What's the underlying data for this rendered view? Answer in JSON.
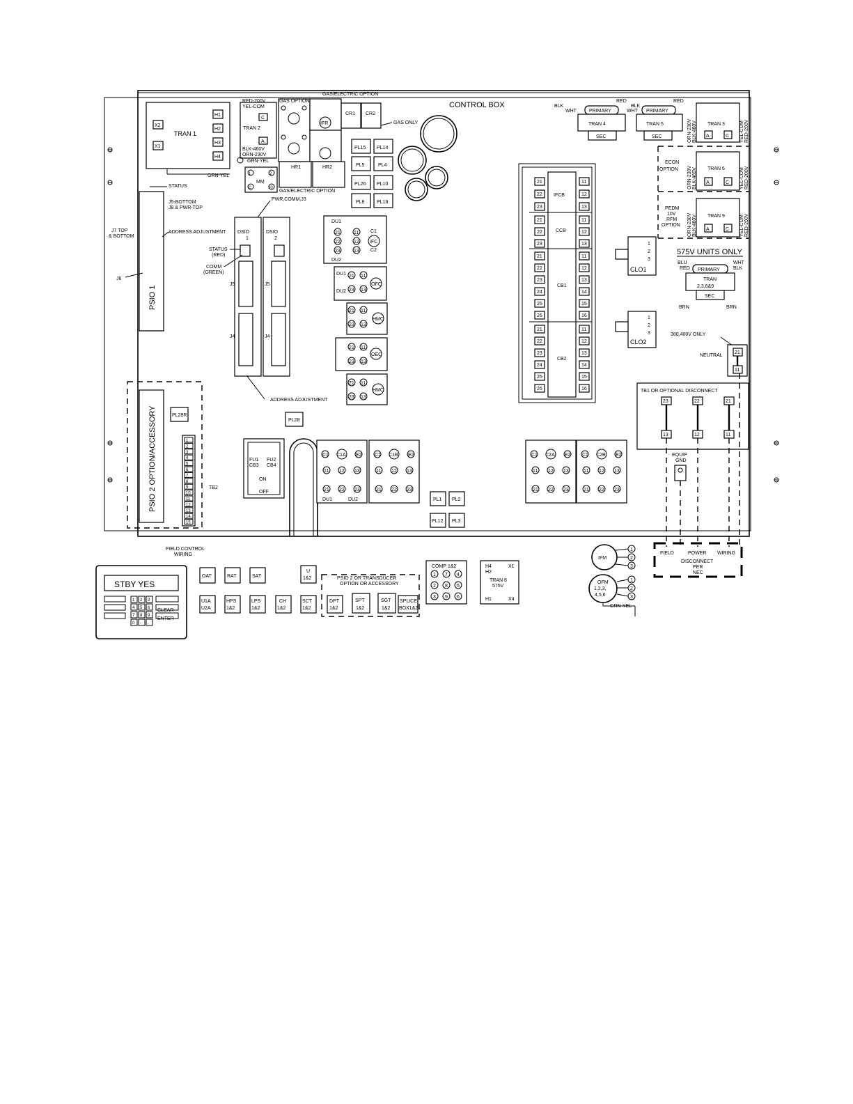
{
  "panel": {
    "title": "CONTROL BOX",
    "gas_electric_option_top": "GAS/ELECTRIC OPTION",
    "gas_option": "GAS OPTION",
    "gas_only": "GAS ONLY",
    "gas_electric_option_bottom": "GAS/ELECTRIC OPTION"
  },
  "left": {
    "tran1": "TRAN 1",
    "tran1_terms": [
      "X2",
      "X1"
    ],
    "tran1_h": [
      "H1",
      "H2",
      "H3",
      "H4"
    ],
    "tran2": "TRAN 2",
    "tran2_terms": [
      "C",
      "A"
    ],
    "tran2_wires": [
      "RED-200V",
      "YEL-COM",
      "BLK-460V",
      "ORN-230V",
      "GRN-YEL"
    ],
    "grn_yel": "GRN-YEL",
    "mm": "MM",
    "mm_terms": [
      "1",
      "2",
      "C",
      "10"
    ],
    "hr1": "HR1",
    "hr2": "HR2",
    "cr1": "CR1",
    "cr2": "CR2",
    "ifr": "IFR",
    "status": "STATUS",
    "j5_bottom": "J5-BOTTOM",
    "j8_pwr_top": "J8 & PWR-TOP",
    "j7_top": "J7 TOP",
    "j7_bottom": "& BOTTOM",
    "address_adjustment": "ADDRESS ADJUSTMENT",
    "j6": "J6",
    "psio1": "PSIO 1",
    "pwr_comm_j3": "PWR,COMM,J3",
    "dsio1": "DSIO",
    "dsio1_num": "1",
    "dsio2": "DSIO",
    "dsio2_num": "2",
    "status_red_1": "STATUS",
    "status_red_2": "(RED)",
    "comm_green_1": "COMM",
    "comm_green_2": "(GREEN)",
    "j5": "J5",
    "j4": "J4",
    "address_adjustment_bottom": "ADDRESS  ADJUSTMENT",
    "psio2": "PSIO 2 OPTION/ACCESSORY",
    "pl28r": "PL28R",
    "pl28": "PL28",
    "tb2": "TB2",
    "tb2_terms": [
      "1",
      "2",
      "3",
      "4",
      "5",
      "6",
      "7",
      "8",
      "9",
      "10",
      "11",
      "12",
      "13",
      "14",
      "15"
    ],
    "fu1": "FU1",
    "cb3": "CB3",
    "fu2": "FU2",
    "cb4": "CB4",
    "on": "ON",
    "off": "OFF",
    "field_control_1": "FIELD CONTROL",
    "field_control_2": "WIRING"
  },
  "plugs": [
    "PL15",
    "PL14",
    "PL5",
    "PL4",
    "PL26",
    "PL10",
    "PL8",
    "PL18"
  ],
  "middle": {
    "du1": "DU1",
    "du2": "DU2",
    "ifc": "IFC",
    "ofc": "OFC",
    "hmc": "HMC",
    "oec": "OEC",
    "hmc2": "HMC",
    "c1": "C1",
    "c2": "C2",
    "t21": "21",
    "t22": "22",
    "t23": "23",
    "t11": "11",
    "t12": "12",
    "t13": "13",
    "c1a": "C1A",
    "c1b": "C1B",
    "c2a": "C2A",
    "c2b": "C2B",
    "e2": "E2",
    "pl1": "PL1",
    "pl2": "PL2",
    "pl12": "PL12",
    "pl3": "PL3"
  },
  "breakers": {
    "ifcb": "IFCB",
    "ccb": "CCB",
    "cb1": "CB1",
    "cb2": "CB2",
    "terms_left": [
      "21",
      "22",
      "23",
      "24",
      "25",
      "26"
    ],
    "terms_right": [
      "11",
      "12",
      "13",
      "14",
      "15",
      "16"
    ],
    "clo1": "CLO1",
    "clo2": "CLO2",
    "clo_terms": [
      "1",
      "2",
      "3"
    ]
  },
  "right": {
    "blk": "BLK",
    "wht": "WHT",
    "red": "RED",
    "primary": "PRIMARY",
    "tran4": "TRAN 4",
    "tran5": "TRAN 5",
    "sec": "SEC",
    "tran3": "TRAN 3",
    "tran6": "TRAN 6",
    "tran9": "TRAN 9",
    "orn_230v": "ORN-230V",
    "blk_460v": "BLK-460V",
    "yel_com": "YEL-COM",
    "red_200v": "RED-200V",
    "econ_1": "ECON",
    "econ_2": "OPTION",
    "pedm_1": "PEDM",
    "pedm_2": "10V",
    "pedm_3": "RFM",
    "pedm_4": "OPTION",
    "term_a": "A",
    "term_c": "C",
    "units_575": "575V UNITS ONLY",
    "blu": "BLU",
    "red2": "RED",
    "wht2": "WHT",
    "blk2": "BLK",
    "tran_575_1": "TRAN",
    "tran_575_2": "2,3,6&9",
    "brn": "BRN",
    "v380": "380,400V ONLY",
    "neutral": "NEUTRAL",
    "neutral_terms": [
      "21",
      "11"
    ],
    "tb1": "TB1 OR OPTIONAL DISCONNECT",
    "tb1_top": [
      "23",
      "22",
      "21"
    ],
    "tb1_bottom": [
      "13",
      "12",
      "11"
    ],
    "equip_1": "EQUIP",
    "equip_2": "GND",
    "field": "FIELD",
    "power": "POWER",
    "wiring": "WIRING",
    "disconnect_1": "DISCONNECT",
    "disconnect_2": "PER",
    "disconnect_3": "NEC"
  },
  "bottom": {
    "display": "STBY YES",
    "keypad_keys": [
      "1",
      "2",
      "3",
      "4",
      "5",
      "6",
      "7",
      "8",
      "9",
      "0",
      "-",
      "."
    ],
    "key_clear": "CLEAR",
    "key_enter": "ENTER",
    "sensors_top": [
      "OAT",
      "RAT",
      "SAT",
      "U\n1&2"
    ],
    "sensors": [
      {
        "id": "oat",
        "label": "OAT"
      },
      {
        "id": "rat",
        "label": "RAT"
      },
      {
        "id": "sat",
        "label": "SAT"
      }
    ],
    "u12_1": "U",
    "u12_2": "1&2",
    "u1a_1": "U1A",
    "u1a_2": "U2A",
    "hps_1": "HPS",
    "hps_2": "1&2",
    "lps_1": "LPS",
    "lps_2": "1&2",
    "ch_1": "CH",
    "ch_2": "1&2",
    "sct_1": "SCT",
    "sct_2": "1&2",
    "psio2_option_1": "PSIO 2 OR TRANSDUCER",
    "psio2_option_2": "OPTION OR ACCESSORY",
    "dpt_1": "DPT",
    "dpt_2": "1&2",
    "spt_1": "SPT",
    "spt_2": "1&2",
    "sgt_1": "SGT",
    "sgt_2": "1&2",
    "splice_1": "SPLICE",
    "splice_2": "BOX1&2",
    "comp": "COMP 1&2",
    "comp_terms": [
      "1",
      "7",
      "4",
      "2",
      "8",
      "5",
      "3",
      "9",
      "6"
    ],
    "tran8_1": "TRAN 8",
    "tran8_2": "575V",
    "tran8_terms": [
      "H4",
      "H2",
      "X1",
      "H1",
      "X4"
    ],
    "ifm": "IFM",
    "ofm_1": "OFM",
    "ofm_2": "1,2,3,",
    "ofm_3": "4,5,6",
    "motor_terms": [
      "1",
      "2",
      "3"
    ],
    "grn_yel": "GRN-YEL"
  }
}
